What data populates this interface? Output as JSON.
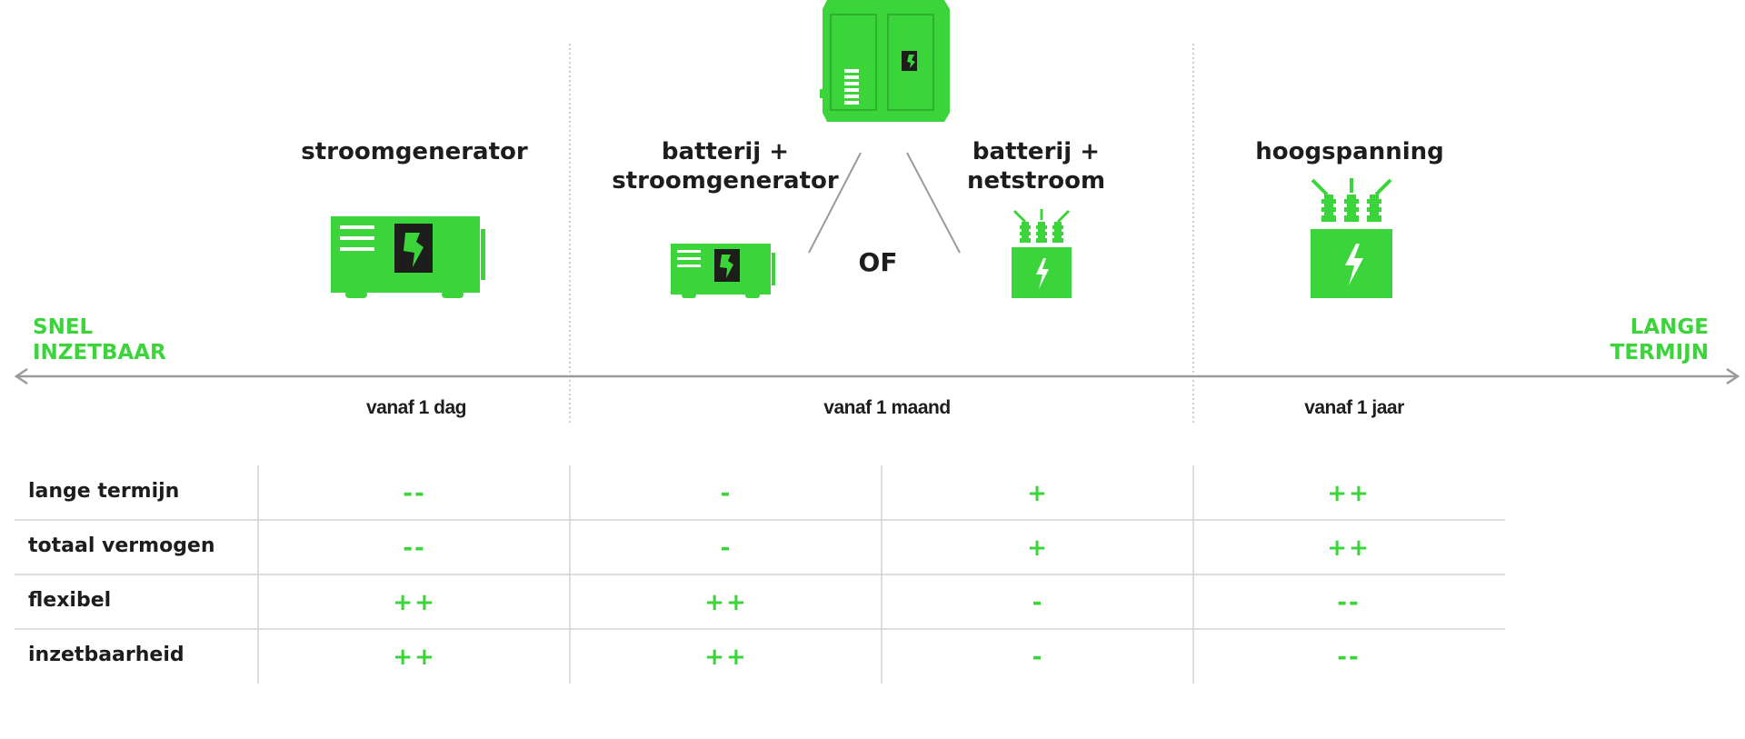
{
  "colors": {
    "accent": "#3bd43b",
    "text": "#1d1d1b",
    "grid": "#d4d4d4",
    "axis": "#9a9a9a"
  },
  "options": [
    {
      "title": "stroomgenerator",
      "icon": "generator-icon"
    },
    {
      "title": "batterij +\nstroomgenerator",
      "icon": "small-generator-icon"
    },
    {
      "title": "batterij +\nnetstroom",
      "icon": "small-transformer-icon"
    },
    {
      "title": "hoogspanning",
      "icon": "transformer-icon"
    }
  ],
  "battery_icon": "battery-container-icon",
  "or_label": "OF",
  "axis": {
    "left_label": "SNEL\nINZETBAAR",
    "right_label": "LANGE\nTERMIJN",
    "timeline": [
      "vanaf 1 dag",
      "vanaf 1 maand",
      "vanaf 1 jaar"
    ]
  },
  "table": {
    "rows": [
      {
        "label": "lange termijn",
        "scores": [
          "--",
          "-",
          "+",
          "++"
        ]
      },
      {
        "label": "totaal vermogen",
        "scores": [
          "--",
          "-",
          "+",
          "++"
        ]
      },
      {
        "label": "flexibel",
        "scores": [
          "++",
          "++",
          "-",
          "--"
        ]
      },
      {
        "label": "inzetbaarheid",
        "scores": [
          "++",
          "++",
          "-",
          "--"
        ]
      }
    ]
  }
}
